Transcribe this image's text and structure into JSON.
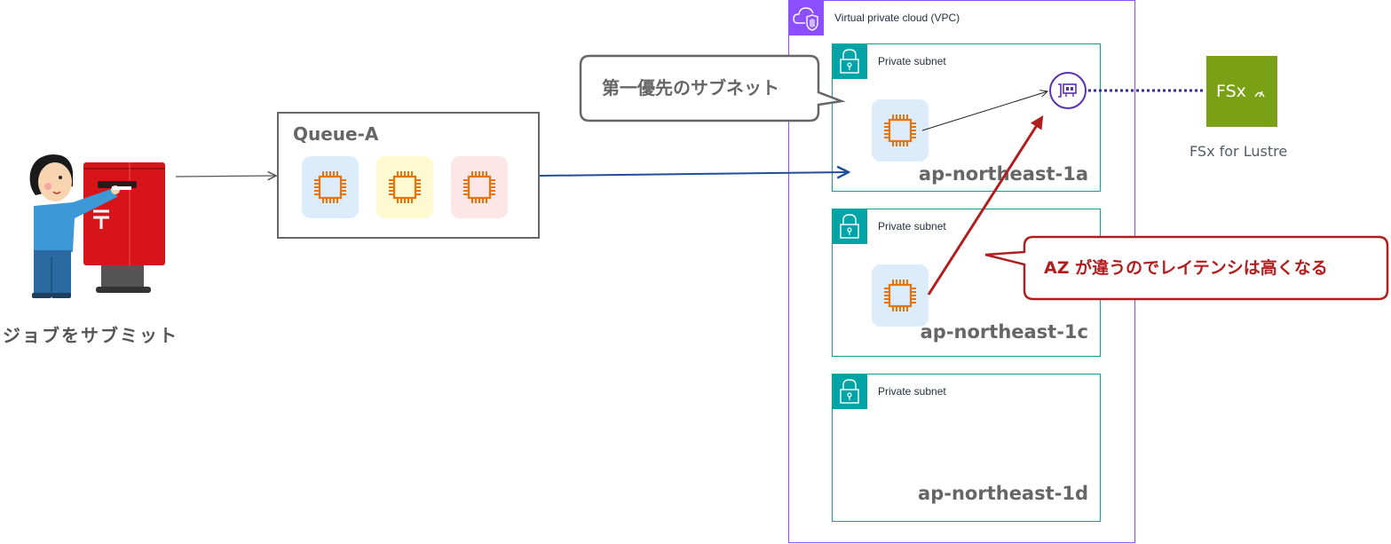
{
  "submitter": {
    "label": "ジョブをサブミット",
    "illustration": "person-posting-letter-into-postbox"
  },
  "queue": {
    "title": "Queue-A",
    "instances": [
      {
        "icon": "ec2-instance-icon",
        "tile_color": "#dcecfa"
      },
      {
        "icon": "ec2-instance-icon",
        "tile_color": "#fdf9d0"
      },
      {
        "icon": "ec2-instance-icon",
        "tile_color": "#fde6e8"
      }
    ]
  },
  "callouts": {
    "priority": {
      "text": "第一優先のサブネット",
      "color": "#666666"
    },
    "latency": {
      "text": "AZ が違うのでレイテンシは高くなる",
      "color": "#b01e1e"
    }
  },
  "vpc": {
    "label": "Virtual private cloud (VPC)",
    "icon": "vpc-cloud-icon",
    "color": "#8c4fff",
    "subnets": [
      {
        "label": "Private subnet",
        "az": "ap-northeast-1a",
        "has_instance": true,
        "has_eni": true
      },
      {
        "label": "Private subnet",
        "az": "ap-northeast-1c",
        "has_instance": true,
        "has_eni": false
      },
      {
        "label": "Private subnet",
        "az": "ap-northeast-1d",
        "has_instance": false,
        "has_eni": false
      }
    ],
    "subnet_color": "#00a4a6"
  },
  "eni": {
    "icon": "elastic-network-interface-icon",
    "color": "#5a30b5"
  },
  "fsx": {
    "icon_text": "FSx",
    "label": "FSx for Lustre",
    "color": "#7aa116"
  },
  "connectors": {
    "submit_to_queue": "#555555",
    "queue_to_subnet": "#1f4e9c",
    "instance_to_eni": "#222222",
    "cross_az": "#b01e1e",
    "eni_to_fsx": "#3a2a9a"
  }
}
